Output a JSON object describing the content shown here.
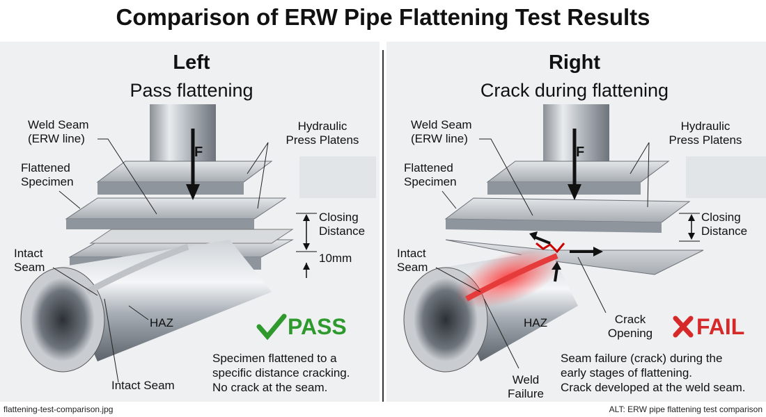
{
  "title": "Comparison of ERW Pipe Flattening Test Results",
  "left": {
    "heading": "Left",
    "subheading": "Pass flattening",
    "labels": {
      "weld_seam": "Weld Seam\n(ERW line)",
      "hydraulic": "Hydraulic\nPress Platens",
      "flattened": "Flattened\nSpecimen",
      "closing": "Closing\nDistance",
      "gap": "10mm",
      "intact_seam_top": "Intact\nSeam",
      "haz": "HAZ",
      "intact_seam_bottom": "Intact Seam",
      "force": "F"
    },
    "status": "PASS",
    "status_color": "#2e9a2e",
    "status_icon": "check-icon",
    "description": "Specimen flattened to a\nspecific distance cracking.\nNo crack at the seam."
  },
  "right": {
    "heading": "Right",
    "subheading": "Crack during flattening",
    "labels": {
      "weld_seam": "Weld Seam\n(ERW line)",
      "hydraulic": "Hydraulic\nPress Platens",
      "flattened": "Flattened\nSpecimen",
      "closing": "Closing\nDistance",
      "intact_seam_top": "Intact\nSeam",
      "haz": "HAZ",
      "crack_opening": "Crack\nOpening",
      "weld_failure": "Weld\nFailure",
      "force": "F"
    },
    "status": "FAIL",
    "status_color": "#d62a2a",
    "status_icon": "cross-icon",
    "description": "Seam failure (crack) during the\nearly stages of flattening.\nCrack developed at the weld seam."
  },
  "footer": {
    "filename": "flattening-test-comparison.jpg",
    "alt": "ALT: ERW pipe flattening test comparison"
  }
}
